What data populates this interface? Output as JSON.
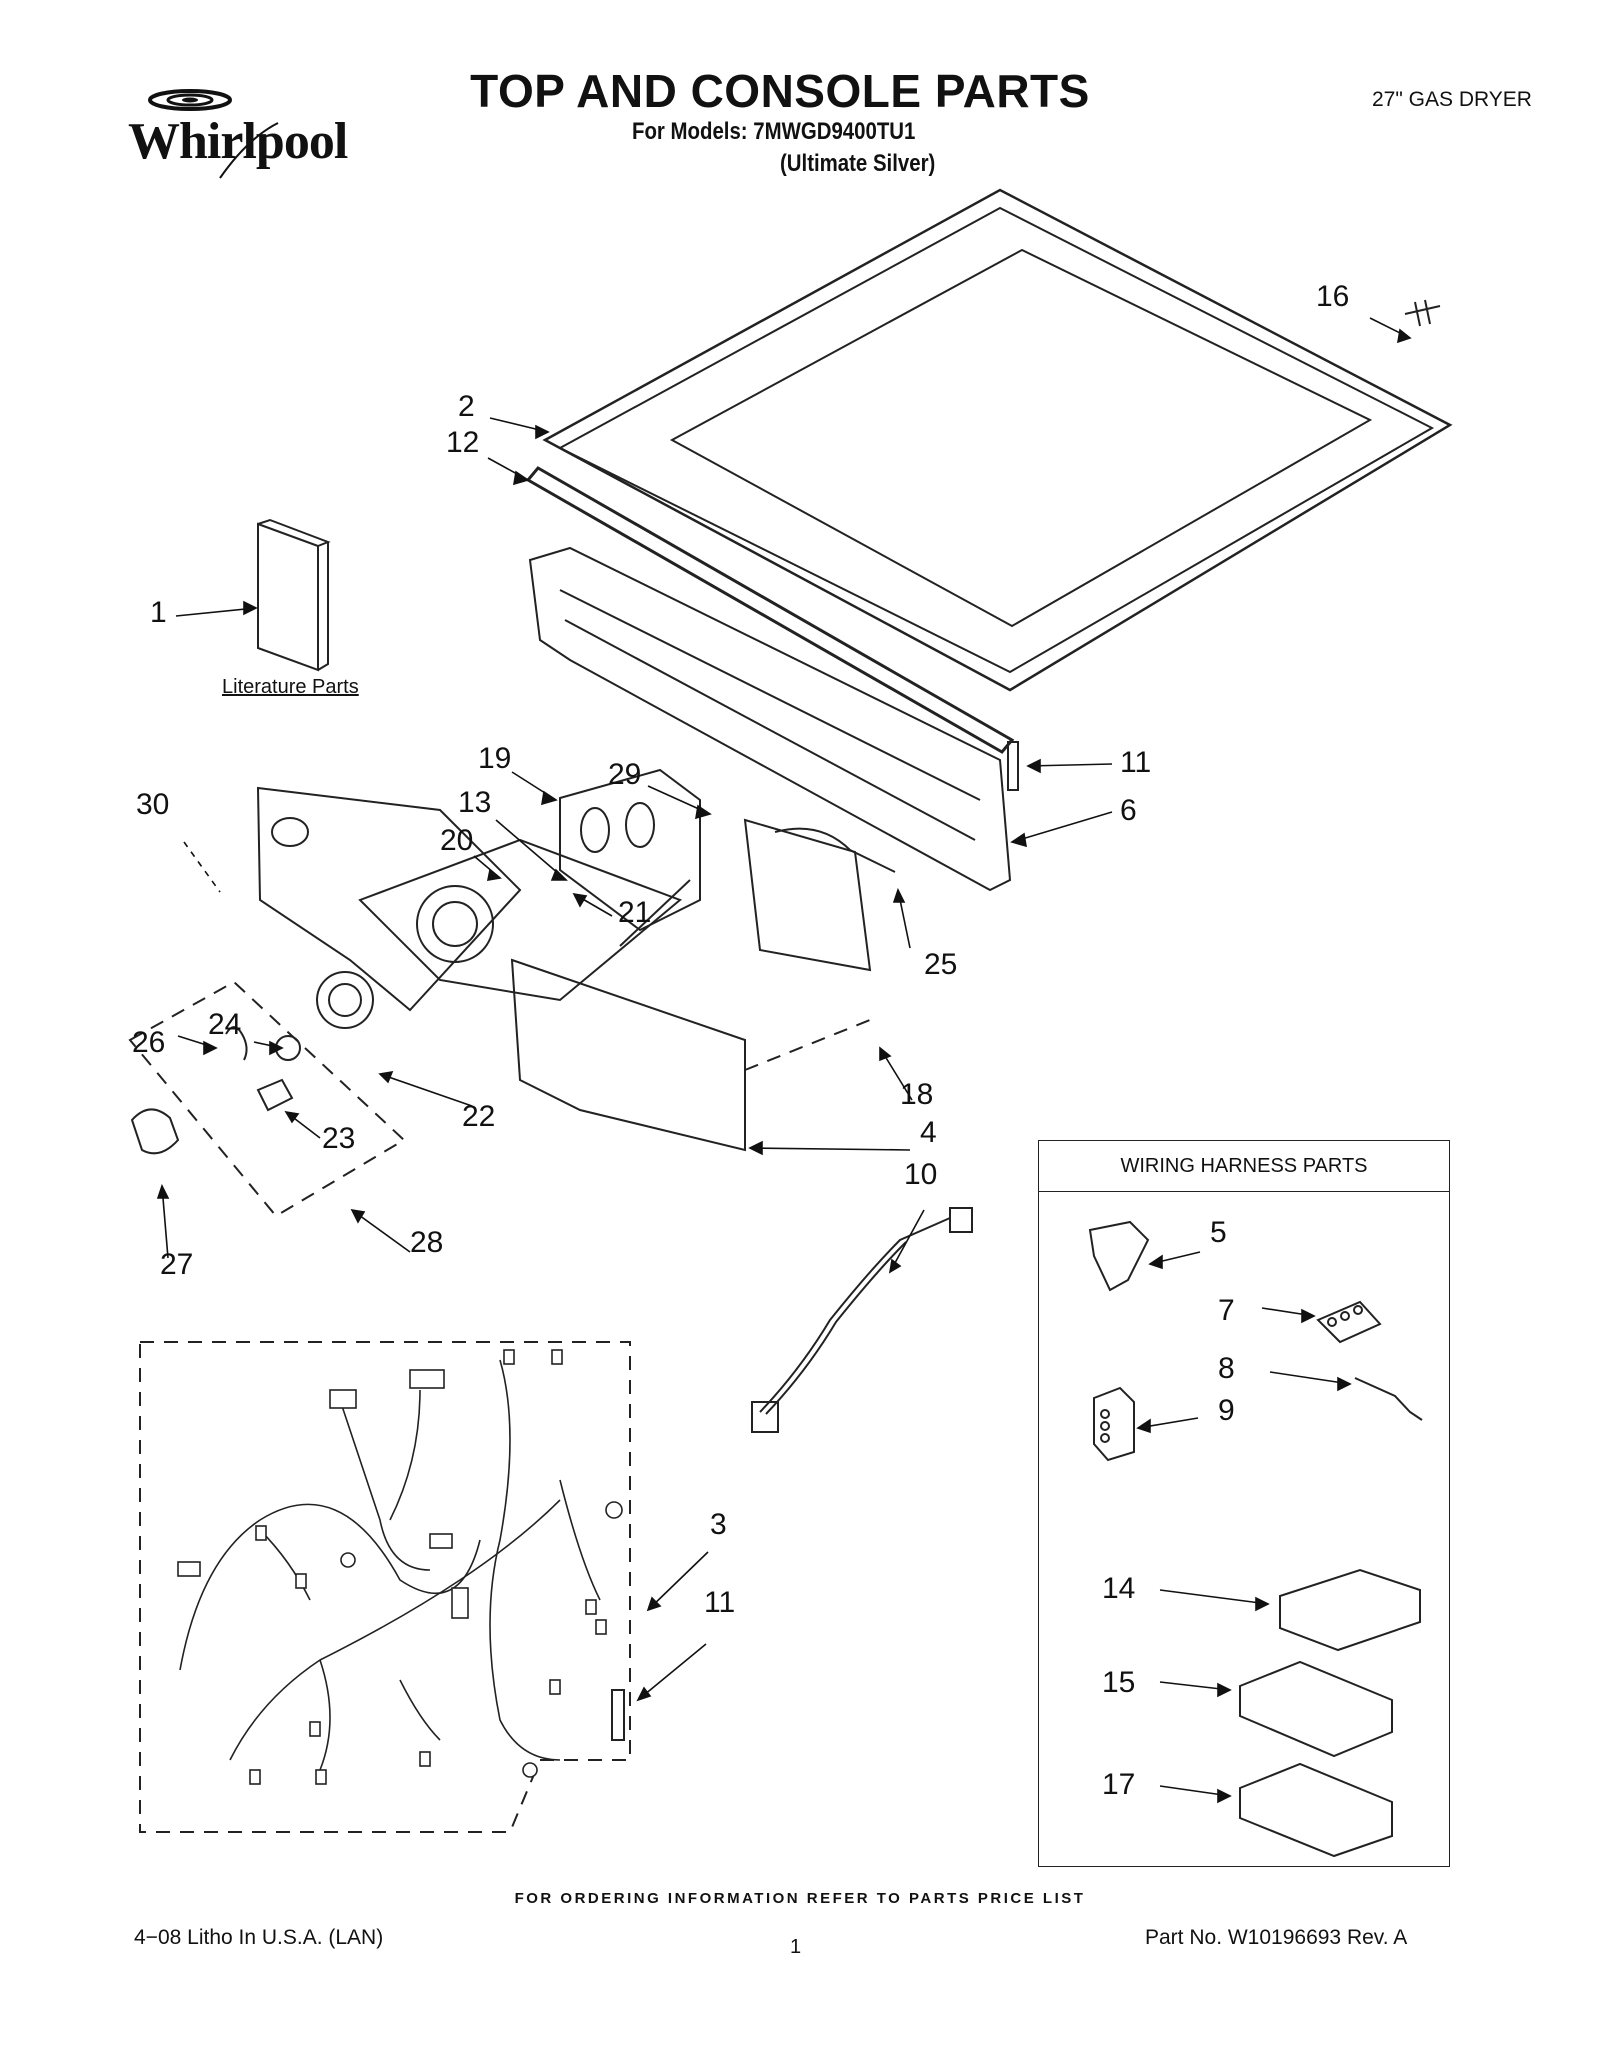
{
  "header": {
    "brand": "Whirlpool",
    "title": "TOP AND CONSOLE PARTS",
    "models_line": "For Models: 7MWGD9400TU1",
    "color_line": "(Ultimate Silver)",
    "product": "27\" GAS DRYER"
  },
  "literature_label": "Literature Parts",
  "callouts": [
    {
      "id": "c16",
      "text": "16"
    },
    {
      "id": "c2",
      "text": "2"
    },
    {
      "id": "c12",
      "text": "12"
    },
    {
      "id": "c1",
      "text": "1"
    },
    {
      "id": "c19",
      "text": "19"
    },
    {
      "id": "c29",
      "text": "29"
    },
    {
      "id": "c11a",
      "text": "11"
    },
    {
      "id": "c6",
      "text": "6"
    },
    {
      "id": "c30",
      "text": "30"
    },
    {
      "id": "c13",
      "text": "13"
    },
    {
      "id": "c20",
      "text": "20"
    },
    {
      "id": "c21",
      "text": "21"
    },
    {
      "id": "c25",
      "text": "25"
    },
    {
      "id": "c24",
      "text": "24"
    },
    {
      "id": "c26",
      "text": "26"
    },
    {
      "id": "c22",
      "text": "22"
    },
    {
      "id": "c18",
      "text": "18"
    },
    {
      "id": "c4",
      "text": "4"
    },
    {
      "id": "c23",
      "text": "23"
    },
    {
      "id": "c10",
      "text": "10"
    },
    {
      "id": "c27",
      "text": "27"
    },
    {
      "id": "c28",
      "text": "28"
    },
    {
      "id": "c3",
      "text": "3"
    },
    {
      "id": "c11b",
      "text": "11"
    },
    {
      "id": "c5",
      "text": "5"
    },
    {
      "id": "c7",
      "text": "7"
    },
    {
      "id": "c8",
      "text": "8"
    },
    {
      "id": "c9",
      "text": "9"
    },
    {
      "id": "c14",
      "text": "14"
    },
    {
      "id": "c15",
      "text": "15"
    },
    {
      "id": "c17",
      "text": "17"
    }
  ],
  "harness_box": {
    "title": "WIRING HARNESS PARTS"
  },
  "footer": {
    "ordering_note": "FOR ORDERING INFORMATION REFER TO PARTS PRICE LIST",
    "litho": "4−08 Litho In U.S.A. (LAN)",
    "page_number": "1",
    "part_number": "Part No. W10196693 Rev. A"
  }
}
